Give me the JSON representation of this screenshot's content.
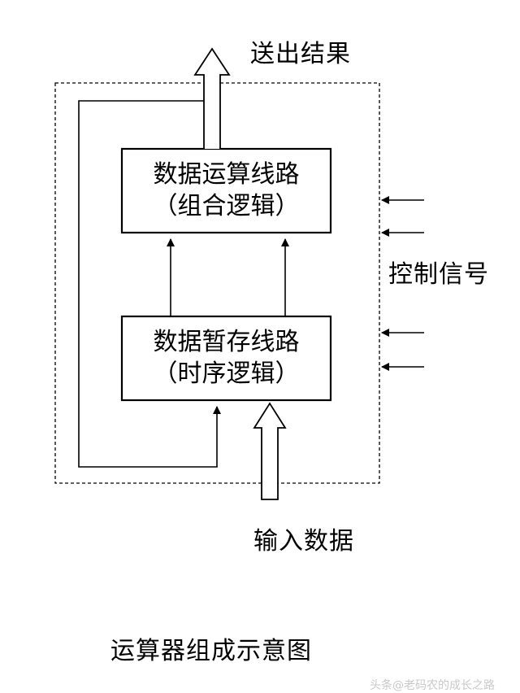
{
  "diagram": {
    "output_label": "送出结果",
    "control_label": "控制信号",
    "input_label": "输入数据",
    "caption": "运算器组成示意图",
    "upper_box": {
      "line1": "数据运算线路",
      "line2": "（组合逻辑）"
    },
    "lower_box": {
      "line1": "数据暂存线路",
      "line2": "（时序逻辑）"
    },
    "watermark": "头条@老码农的成长之路"
  }
}
